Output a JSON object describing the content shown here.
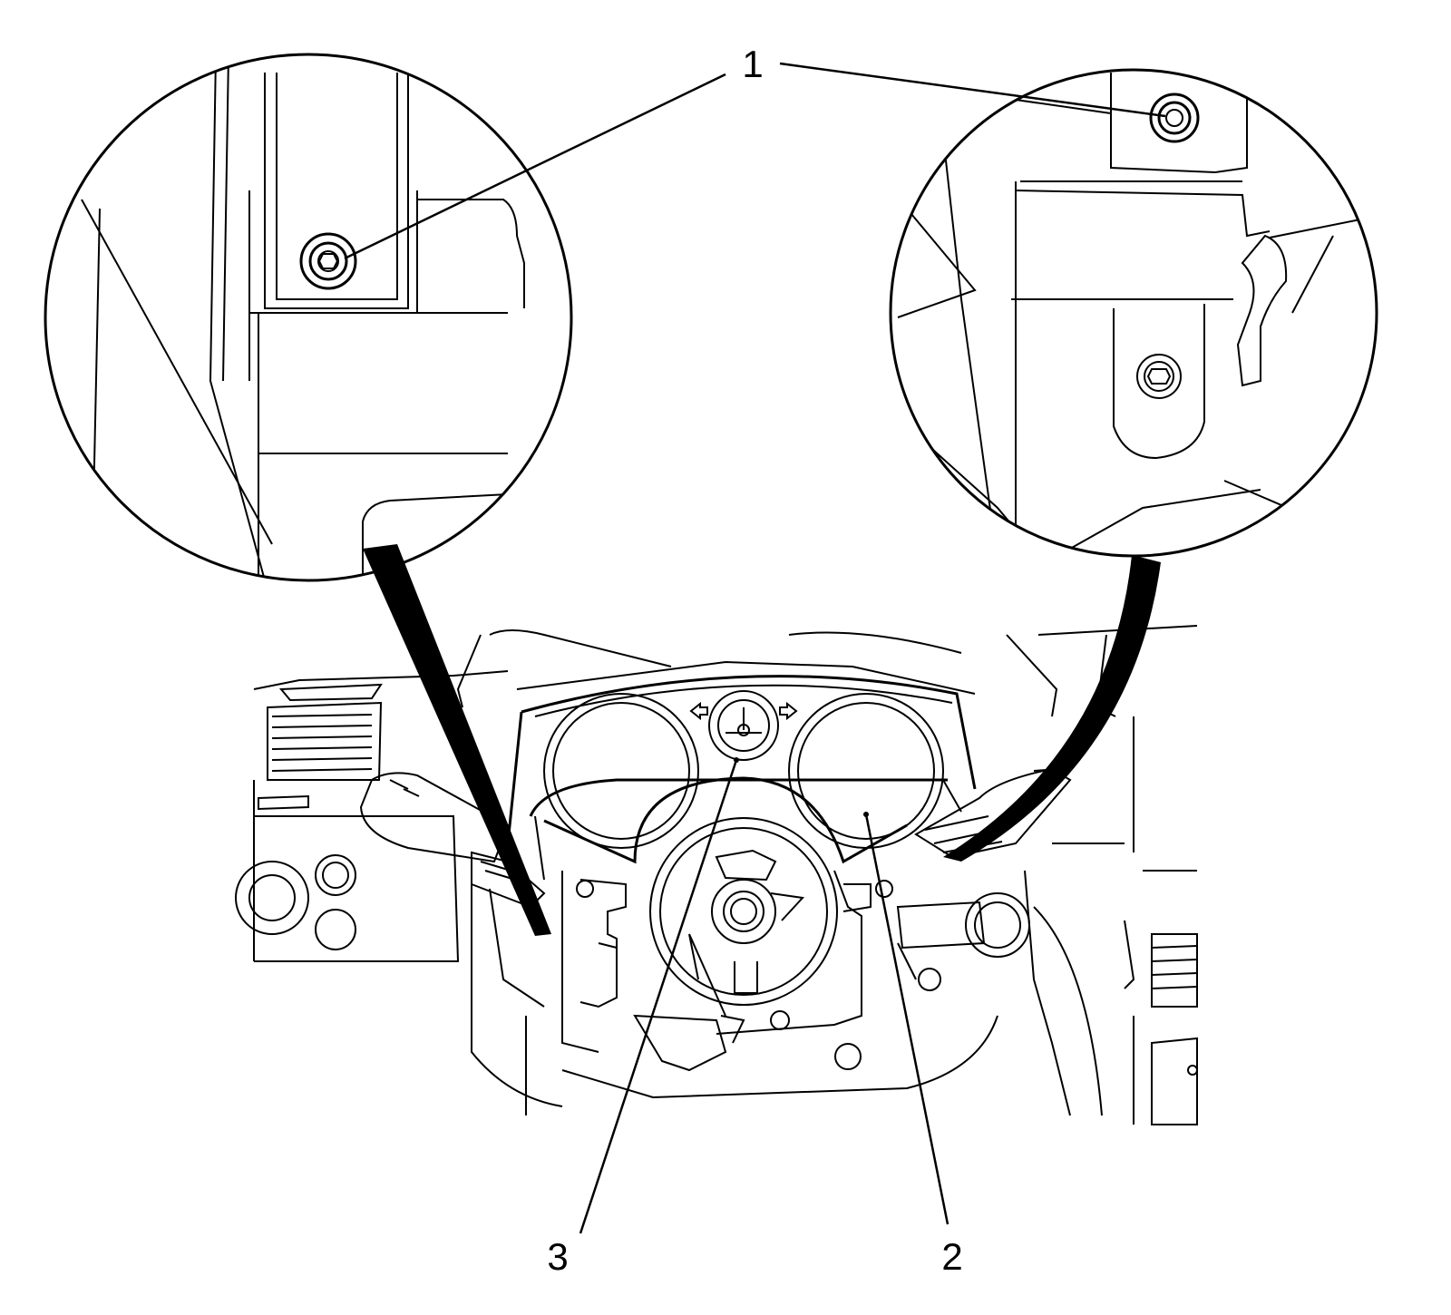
{
  "figure": {
    "callouts": [
      {
        "id": "1",
        "label": "1"
      },
      {
        "id": "2",
        "label": "2"
      },
      {
        "id": "3",
        "label": "3"
      }
    ]
  },
  "icons": {
    "left_zoom_bolt": "bolt-icon",
    "right_zoom_bolt": "bolt-icon",
    "turn_arrows": "turn-signal-arrow-icon",
    "speedometer": "gauge-icon",
    "tachometer": "gauge-icon",
    "center_gauge": "gauge-icon"
  },
  "colors": {
    "ink": "#000000",
    "background": "#ffffff"
  }
}
